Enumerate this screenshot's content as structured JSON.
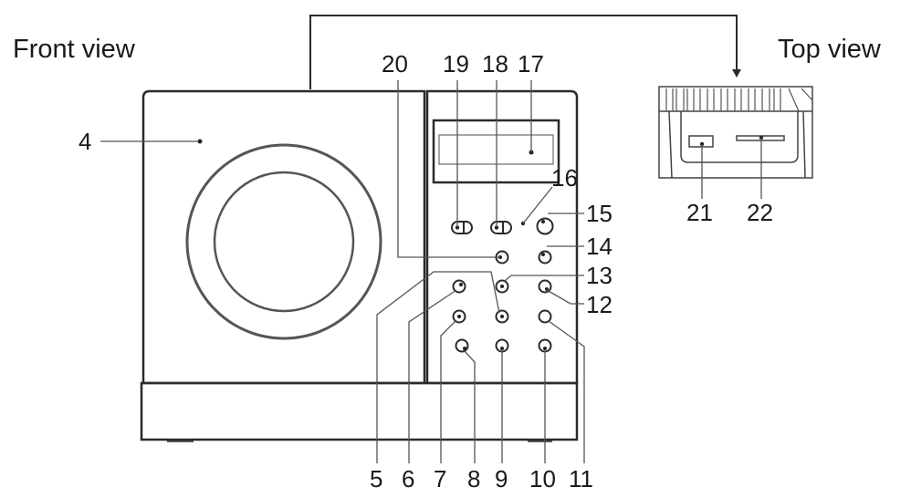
{
  "views": {
    "front_title": "Front view",
    "top_title": "Top view"
  },
  "callouts": {
    "c4": "4",
    "c5": "5",
    "c6": "6",
    "c7": "7",
    "c8": "8",
    "c9": "9",
    "c10": "10",
    "c11": "11",
    "c12": "12",
    "c13": "13",
    "c14": "14",
    "c15": "15",
    "c16": "16",
    "c17": "17",
    "c18": "18",
    "c19": "19",
    "c20": "20",
    "c21": "21",
    "c22": "22"
  },
  "colors": {
    "line": "#2a2a2a",
    "thin_line": "#555555",
    "background": "#ffffff"
  }
}
